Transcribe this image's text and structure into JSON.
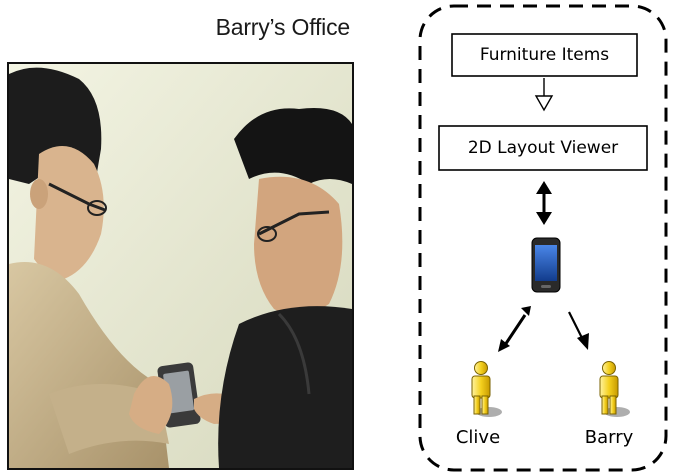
{
  "title": "Barry’s Office",
  "photo": {
    "alt": ""
  },
  "diagram": {
    "box_top": "Furniture Items",
    "box_middle": "2D Layout Viewer",
    "person_left": "Clive",
    "person_right": "Barry"
  },
  "colors": {
    "person_body": "#f4d01e",
    "person_outline": "#7a6200",
    "phone_screen": "#1d52b8",
    "dashed_border": "#000000"
  }
}
